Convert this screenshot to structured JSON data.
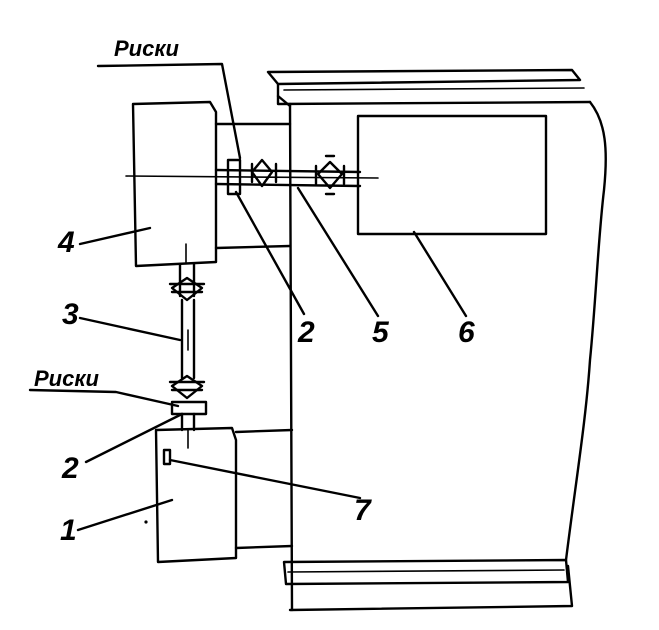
{
  "labels": {
    "riski_top": "Риски",
    "riski_left": "Риски",
    "n1": "1",
    "n2_left": "2",
    "n2_center": "2",
    "n3": "3",
    "n4": "4",
    "n5": "5",
    "n6": "6",
    "n7": "7"
  }
}
